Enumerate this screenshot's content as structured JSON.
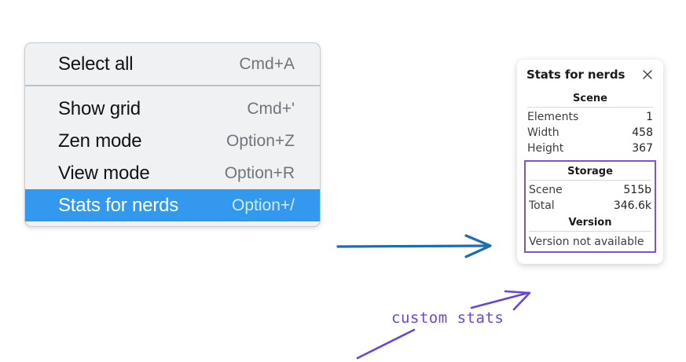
{
  "context_menu": {
    "name": "context-menu",
    "groups": [
      {
        "items": [
          {
            "label": "Select all",
            "shortcut": "Cmd+A",
            "selected": false
          }
        ]
      },
      {
        "items": [
          {
            "label": "Show grid",
            "shortcut": "Cmd+'",
            "selected": false
          },
          {
            "label": "Zen mode",
            "shortcut": "Option+Z",
            "selected": false
          },
          {
            "label": "View mode",
            "shortcut": "Option+R",
            "selected": false
          },
          {
            "label": "Stats for nerds",
            "shortcut": "Option+/",
            "selected": true
          }
        ]
      }
    ],
    "highlight_color": "#3399ee",
    "background_color": "#f0f1f2"
  },
  "stats_panel": {
    "title": "Stats for nerds",
    "close_icon": "close-icon",
    "sections": [
      {
        "title": "Scene",
        "rows": [
          {
            "label": "Elements",
            "value": "1"
          },
          {
            "label": "Width",
            "value": "458"
          },
          {
            "label": "Height",
            "value": "367"
          }
        ]
      },
      {
        "title": "Storage",
        "rows": [
          {
            "label": "Scene",
            "value": "515b"
          },
          {
            "label": "Total",
            "value": "346.6k"
          }
        ]
      },
      {
        "title": "Version",
        "text": "Version not available"
      }
    ],
    "highlight_border_color": "#7b52d8"
  },
  "annotations": {
    "blue_arrow_color": "#1f6cb0",
    "purple_color": "#6b46d6",
    "caption": "custom stats"
  }
}
